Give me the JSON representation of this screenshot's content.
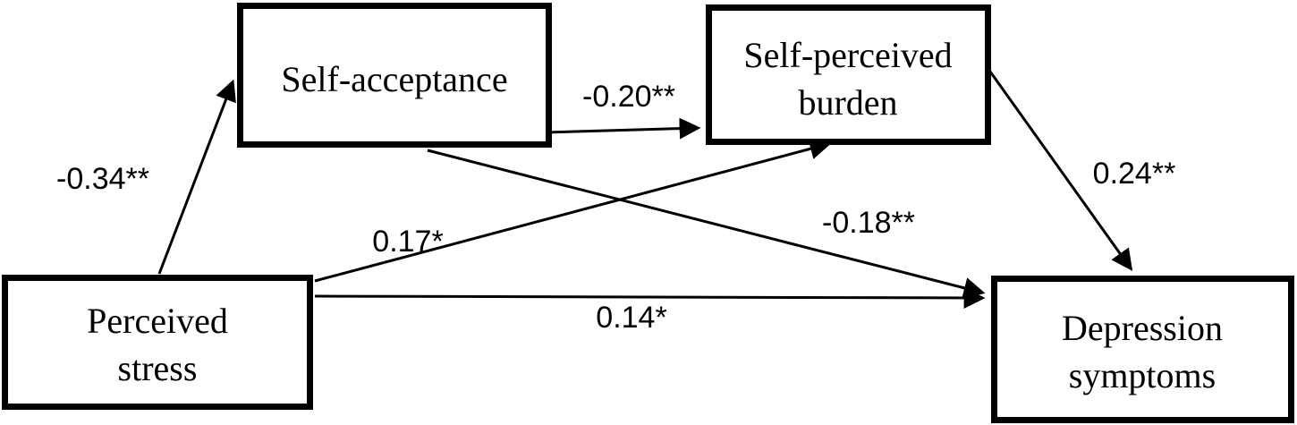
{
  "figure": {
    "type": "path-diagram",
    "background_color": "#ffffff",
    "line_color": "#000000",
    "text_color": "#000000",
    "nodes": {
      "self_acceptance": {
        "lines": [
          "Self-acceptance"
        ]
      },
      "self_perceived_burden": {
        "lines": [
          "Self-perceived",
          "burden"
        ]
      },
      "perceived_stress": {
        "lines": [
          "Perceived",
          "stress"
        ]
      },
      "depression_symptoms": {
        "lines": [
          "Depression",
          "symptoms"
        ]
      }
    },
    "edges": [
      {
        "from": "Perceived stress",
        "to": "Self-acceptance",
        "coefficient": "-0.34**"
      },
      {
        "from": "Self-acceptance",
        "to": "Self-perceived burden",
        "coefficient": "-0.20**"
      },
      {
        "from": "Perceived stress",
        "to": "Self-perceived burden",
        "coefficient": "0.17*"
      },
      {
        "from": "Self-acceptance",
        "to": "Depression symptoms",
        "coefficient": "-0.18**"
      },
      {
        "from": "Perceived stress",
        "to": "Depression symptoms",
        "coefficient": "0.14*"
      },
      {
        "from": "Self-perceived burden",
        "to": "Depression symptoms",
        "coefficient": "0.24**"
      }
    ]
  }
}
